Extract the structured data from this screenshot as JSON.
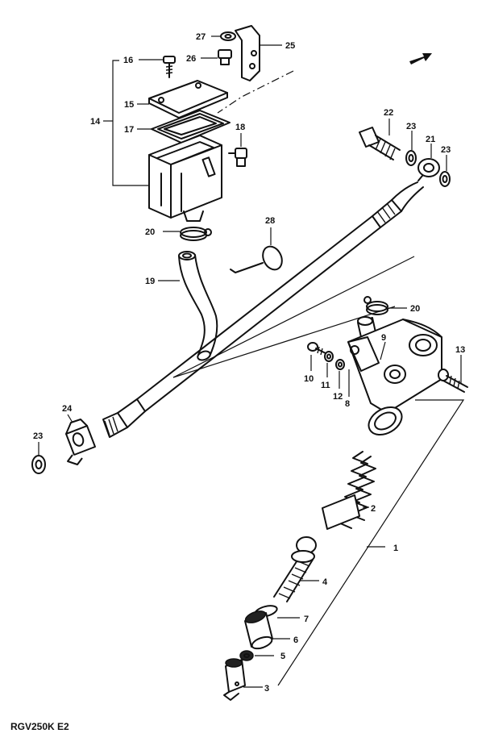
{
  "labels": {
    "l1": "1",
    "l2": "2",
    "l3": "3",
    "l4": "4",
    "l5": "5",
    "l6": "6",
    "l7": "7",
    "l8": "8",
    "l9": "9",
    "l10": "10",
    "l11": "11",
    "l12": "12",
    "l13": "13",
    "l14": "14",
    "l15": "15",
    "l16": "16",
    "l17": "17",
    "l18": "18",
    "l19": "19",
    "l20a": "20",
    "l20b": "20",
    "l21": "21",
    "l22": "22",
    "l23a": "23",
    "l23b": "23",
    "l23c": "23",
    "l24": "24",
    "l25": "25",
    "l26": "26",
    "l27": "27",
    "l28": "28"
  },
  "model_code": "RGV250K E2"
}
